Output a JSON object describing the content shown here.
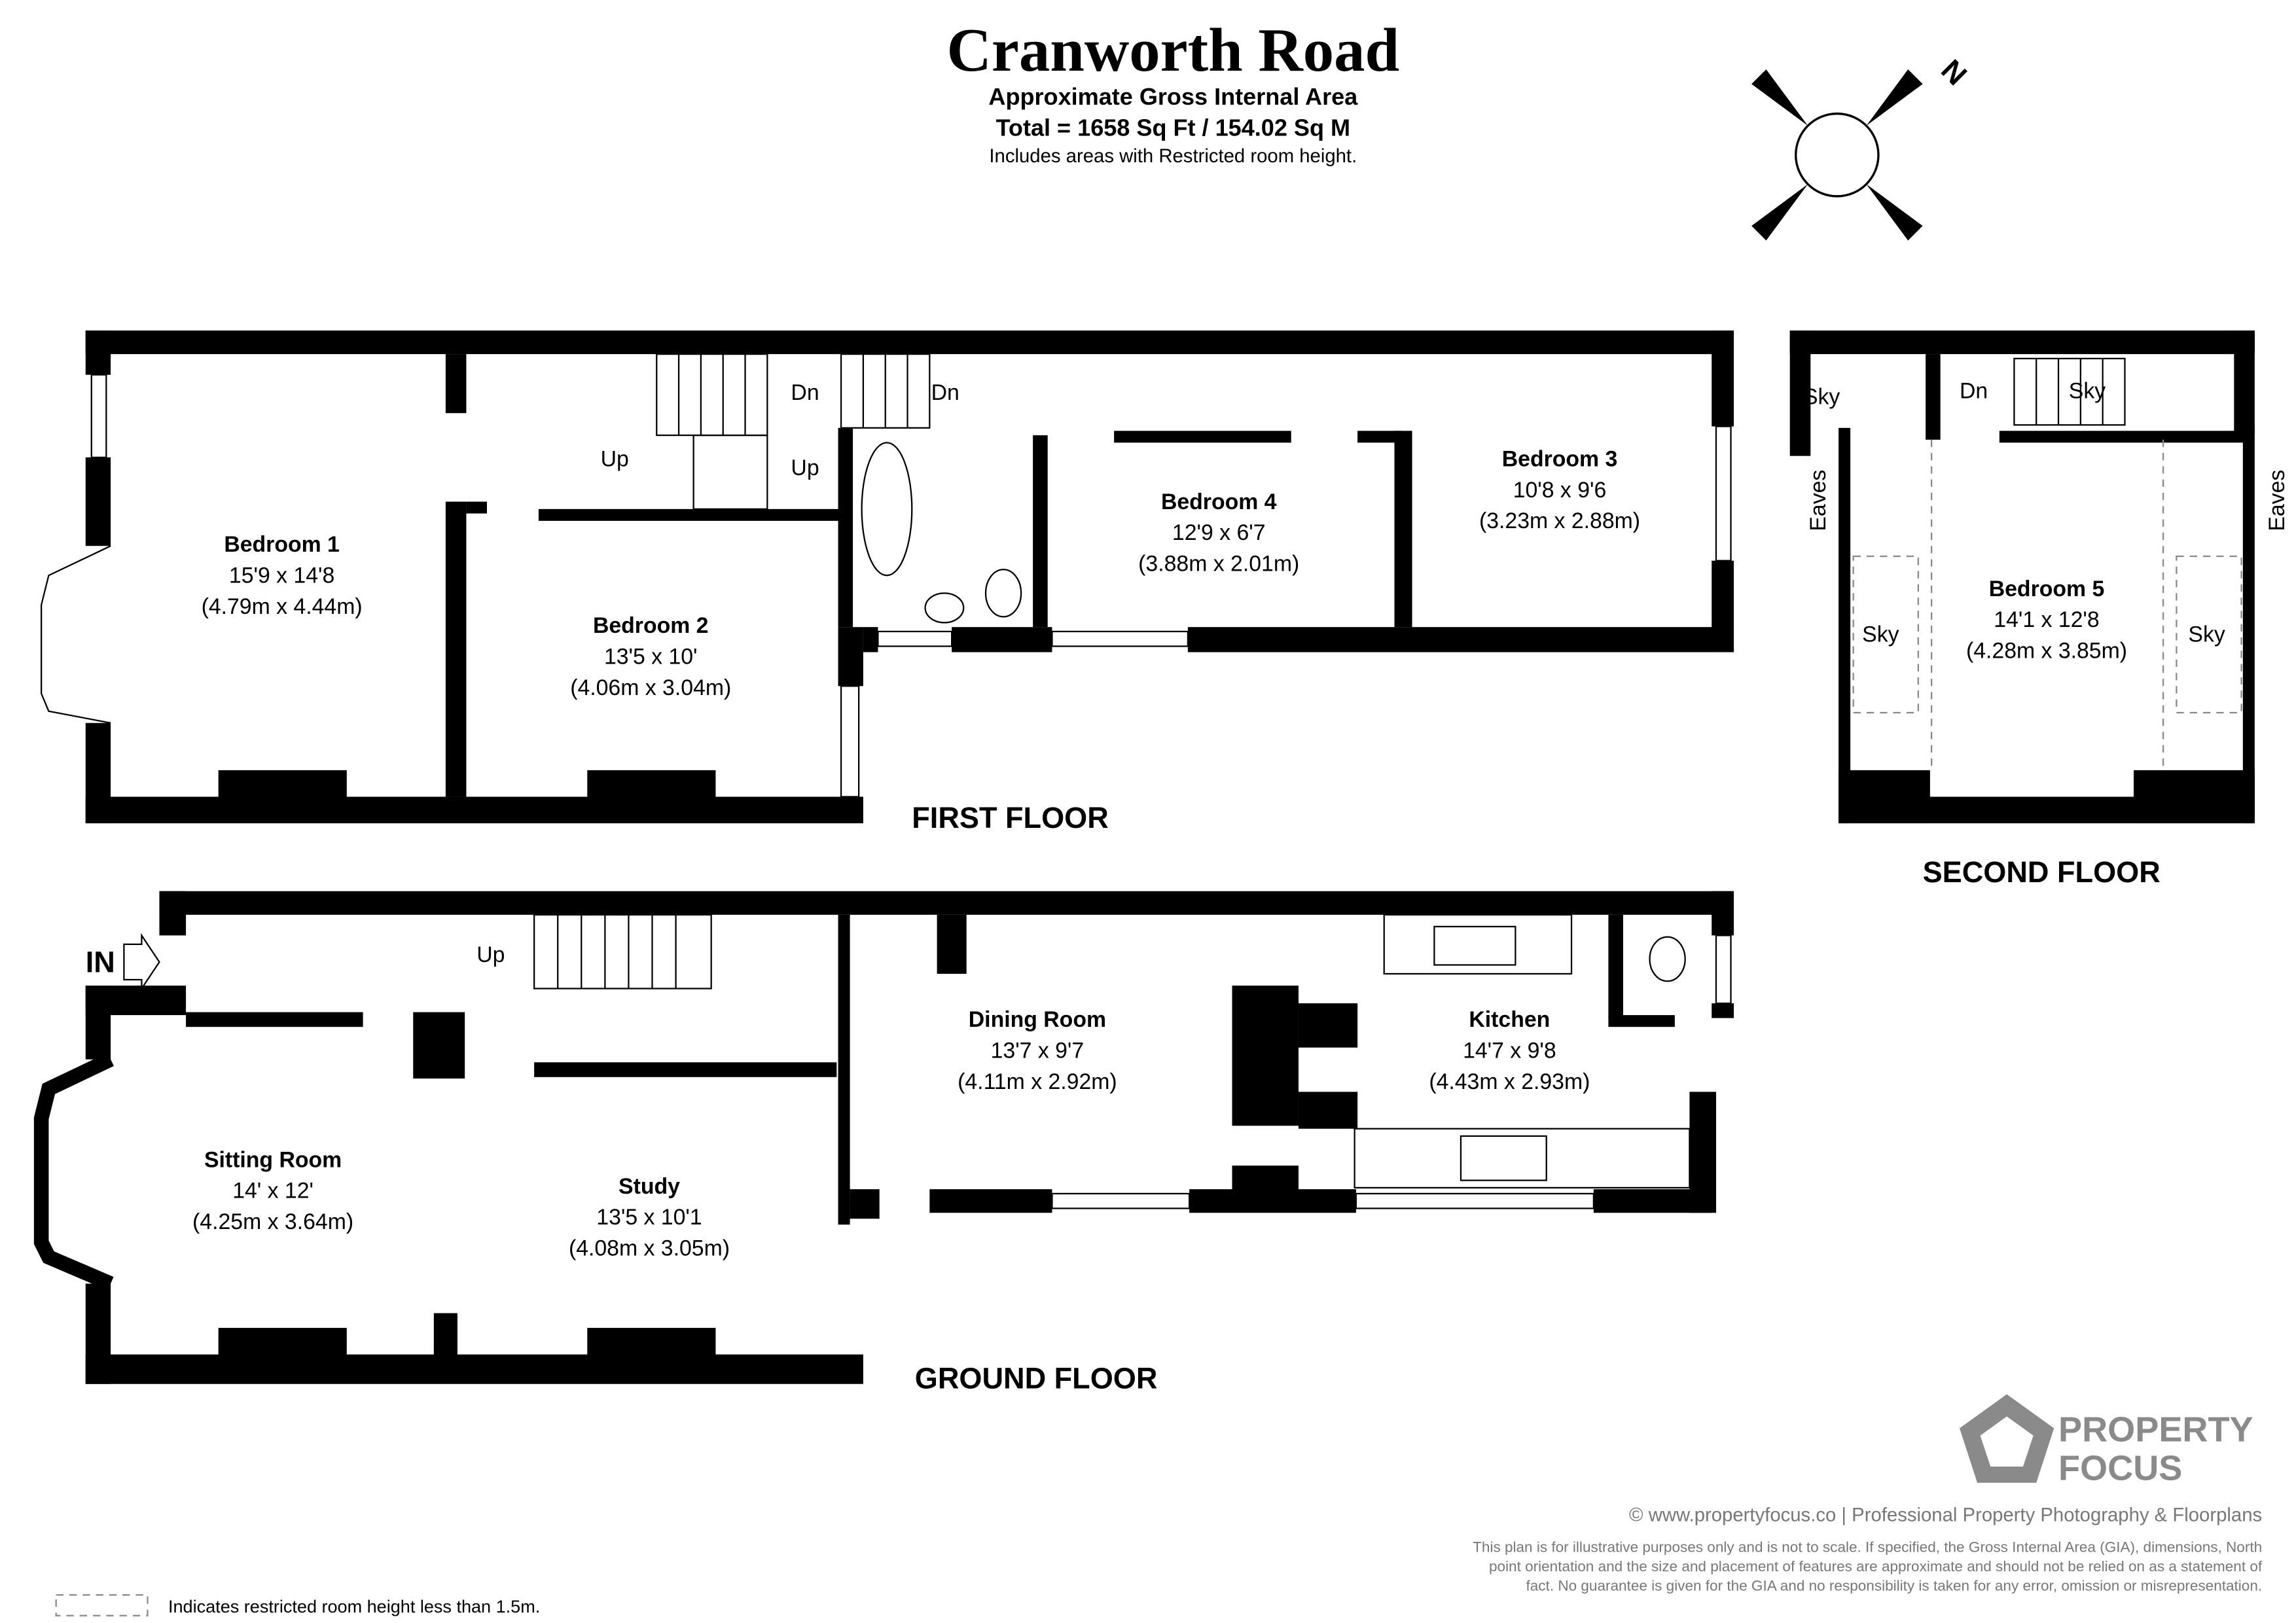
{
  "header": {
    "title": "Cranworth Road",
    "subtitle": "Approximate Gross Internal Area",
    "total": "Total = 1658 Sq Ft / 154.02 Sq M",
    "note": "Includes areas with Restricted room height."
  },
  "compass": {
    "north_label": "N",
    "icon": "compass-rose-icon"
  },
  "first_floor": {
    "label": "FIRST FLOOR",
    "rooms": [
      {
        "name": "Bedroom 1",
        "imperial": "15'9 x 14'8",
        "metric": "(4.79m x 4.44m)"
      },
      {
        "name": "Bedroom 2",
        "imperial": "13'5 x 10'",
        "metric": "(4.06m x 3.04m)"
      },
      {
        "name": "Bedroom 4",
        "imperial": "12'9 x 6'7",
        "metric": "(3.88m x 2.01m)"
      },
      {
        "name": "Bedroom 3",
        "imperial": "10'8 x 9'6",
        "metric": "(3.23m x 2.88m)"
      }
    ],
    "stairs": [
      "Up",
      "Dn",
      "Dn",
      "Up"
    ]
  },
  "second_floor": {
    "label": "SECOND FLOOR",
    "rooms": [
      {
        "name": "Bedroom 5",
        "imperial": "14'1 x 12'8",
        "metric": "(4.28m x 3.85m)"
      }
    ],
    "marks": [
      "Sky",
      "Dn",
      "Sky",
      "Eaves",
      "Eaves",
      "Sky",
      "Sky"
    ]
  },
  "ground_floor": {
    "label": "GROUND FLOOR",
    "entrance": "IN",
    "stairs": "Up",
    "rooms": [
      {
        "name": "Sitting Room",
        "imperial": "14' x 12'",
        "metric": "(4.25m x 3.64m)"
      },
      {
        "name": "Study",
        "imperial": "13'5 x 10'1",
        "metric": "(4.08m x 3.05m)"
      },
      {
        "name": "Dining Room",
        "imperial": "13'7 x 9'7",
        "metric": "(4.11m x 2.92m)"
      },
      {
        "name": "Kitchen",
        "imperial": "14'7 x 9'8",
        "metric": "(4.43m x 2.93m)"
      }
    ]
  },
  "brand": {
    "line1": "PROPERTY",
    "line2": "FOCUS",
    "copyright": "© www.propertyfocus.co | Professional Property Photography & Floorplans",
    "disclaimer": [
      "This plan is for illustrative purposes only and is not to scale. If specified, the Gross Internal Area (GIA), dimensions, North",
      "point orientation and the size and placement of features are approximate and should not be relied on as a statement of",
      "fact. No guarantee is given for the GIA and no responsibility is taken for any error, omission or misrepresentation."
    ],
    "color": "#8a8a8a"
  },
  "legend": {
    "text": "Indicates restricted room height less than 1.5m."
  }
}
